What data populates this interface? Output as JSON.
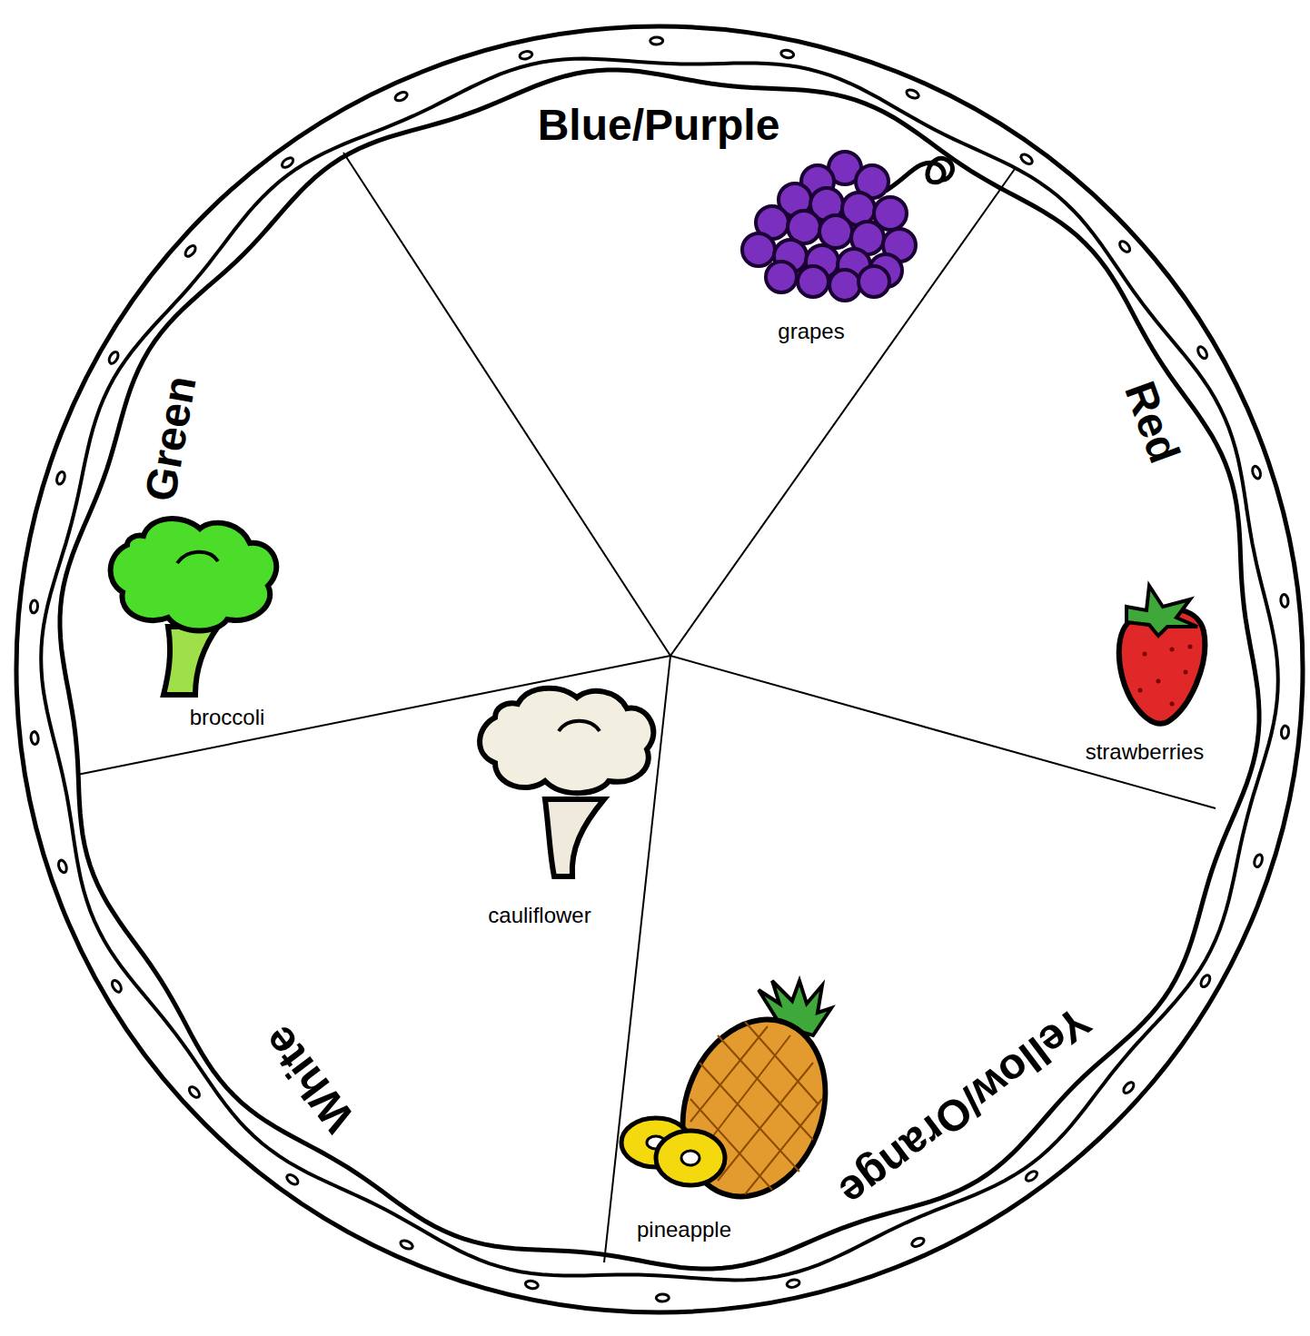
{
  "diagram": {
    "nodes": [
      {
        "text": [
          "Blue/Purple",
          "grapes"
        ]
      },
      {
        "text": [
          "Red",
          "strawberries"
        ]
      },
      {
        "text": [
          "Yellow/Orange",
          "pineapple"
        ]
      },
      {
        "text": [
          "White",
          "cauliflower"
        ]
      },
      {
        "text": [
          "Green",
          "broccoli"
        ]
      }
    ]
  }
}
